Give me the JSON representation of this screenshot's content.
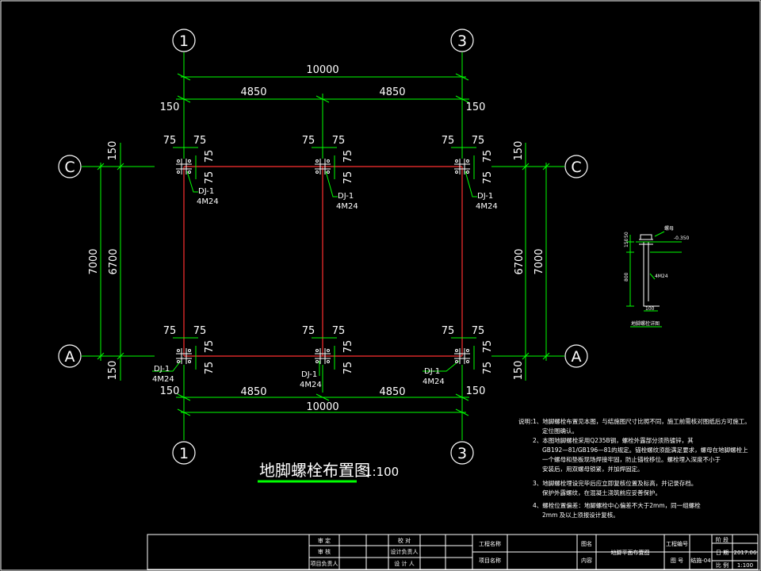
{
  "axes": {
    "grid_1": "1",
    "grid_3": "3",
    "grid_C": "C",
    "grid_A": "A"
  },
  "dims": {
    "total": "10000",
    "half": "4850",
    "edge": "150",
    "small": "75",
    "span": "7000",
    "inner": "6700"
  },
  "labels": {
    "dj": "DJ-1",
    "bolt": "4M24"
  },
  "title": {
    "text": "地脚螺栓布置图",
    "scale": "1:100"
  },
  "detail": {
    "elev": "-0.350",
    "dim_top": "150",
    "dim_mid": "50",
    "dim_main": "800",
    "dim_bottom": "100",
    "anchor": "4M24",
    "caption": "地脚螺栓详图",
    "top_note": "螺母"
  },
  "notes": {
    "heading": "说明：",
    "line1": "1、地脚螺栓布置见本图，与结施图尺寸比照不同，施工前需核对图纸后方可施工。",
    "line1b": "定位图确认。",
    "line2a": "2、本图地脚螺栓采用Q235B钢，螺栓外露部分须热镀锌，其",
    "line2b": "GB192—81/GB196—81的规定。锚栓螺纹须能满足要求，螺母在地脚螺栓上",
    "line2c": "一个螺母和垫板现场焊接牢固，防止锚栓移位。螺栓埋入深度不小于",
    "line2d": "安装后，用双螺母锁紧，并加焊固定。",
    "line3a": "3、地脚螺栓埋设完毕后应立即复核位置及标高，并记录存档。",
    "line3b": "保护外露螺纹，在混凝土浇筑前应妥善保护。",
    "line4a": "4、螺栓位置偏差：地脚螺栓中心偏差不大于2mm，同一组螺栓",
    "line4b": "2mm 及以上须报设计复核。"
  },
  "titleblock": {
    "approve": "审 定",
    "check": "校 对",
    "review": "审 核",
    "pm": "设计负责人",
    "proj_lead": "项目负责人",
    "designer": "设 计 人",
    "eng_name": "工程名称",
    "proj_name": "项目名称",
    "drawing_label": "图名",
    "drawing_name": "地脚平面布置图",
    "content": "内容",
    "eng_no": "工程编号",
    "drawing_no_label": "图 号",
    "drawing_no": "结施-04",
    "stage": "阶 段",
    "date_label": "日 期",
    "date": "2017.06",
    "ratio_label": "比 例",
    "ratio": "1:100"
  }
}
